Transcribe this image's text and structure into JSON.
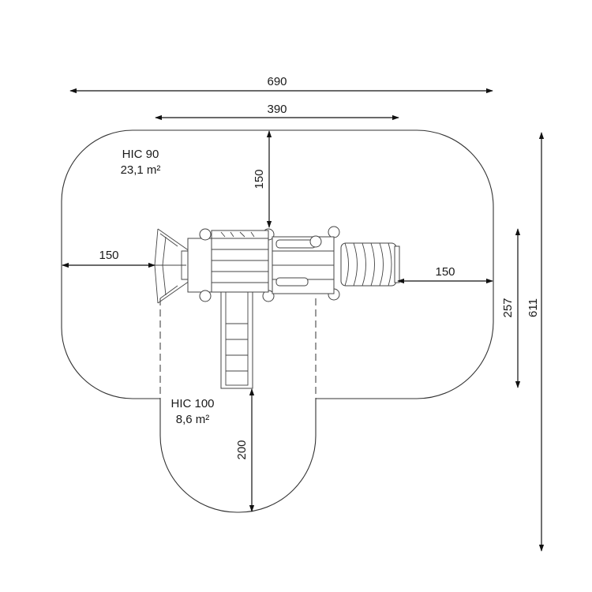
{
  "dimensions": {
    "overall_width": "690",
    "structure_width": "390",
    "top_clearance": "150",
    "left_clearance": "150",
    "right_clearance": "150",
    "slide_clearance": "200",
    "inner_height": "257",
    "overall_height": "611"
  },
  "zones": {
    "main": {
      "hic": "HIC 90",
      "area": "23,1 m²"
    },
    "slide": {
      "hic": "HIC 100",
      "area": "8,6 m²"
    }
  }
}
